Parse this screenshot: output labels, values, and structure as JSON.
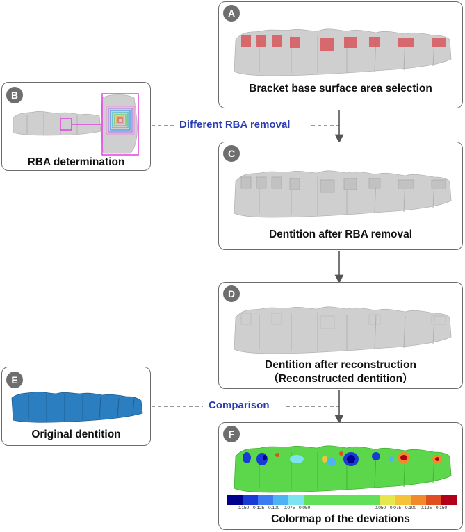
{
  "panels": {
    "A": {
      "badge": "A",
      "caption": "Bracket base surface area selection"
    },
    "B": {
      "badge": "B",
      "caption": "RBA determination"
    },
    "C": {
      "badge": "C",
      "caption": "Dentition after RBA removal"
    },
    "D": {
      "badge": "D",
      "caption_line1": "Dentition after reconstruction",
      "caption_line2": "（Reconstructed dentition）"
    },
    "E": {
      "badge": "E",
      "caption": "Original dentition"
    },
    "F": {
      "badge": "F",
      "caption": "Colormap of the deviations"
    }
  },
  "connectors": {
    "removal_label": "Different RBA removal",
    "comparison_label": "Comparison"
  },
  "colormap": {
    "ticks": [
      "-0.150",
      "-0.125",
      "-0.100",
      "-0.075",
      "-0.050",
      "0.050",
      "0.075",
      "0.100",
      "0.125",
      "0.150"
    ],
    "colors": [
      "#00008f",
      "#1a3ad6",
      "#3d7cf0",
      "#4db3f5",
      "#7de3f0",
      "#63e05a",
      "#63e05a",
      "#63e05a",
      "#63e05a",
      "#63e05a",
      "#e6e64d",
      "#f5c23a",
      "#f08a2b",
      "#e04d1f",
      "#b3001a"
    ]
  },
  "colors": {
    "tooth_gray": "#cfcfcf",
    "original_blue": "#2b7fc0",
    "deviation_green": "#5cd64a",
    "bracket_red": "#d9575d",
    "selection_magenta": "#e040e0",
    "label_blue": "#2a3db0"
  }
}
